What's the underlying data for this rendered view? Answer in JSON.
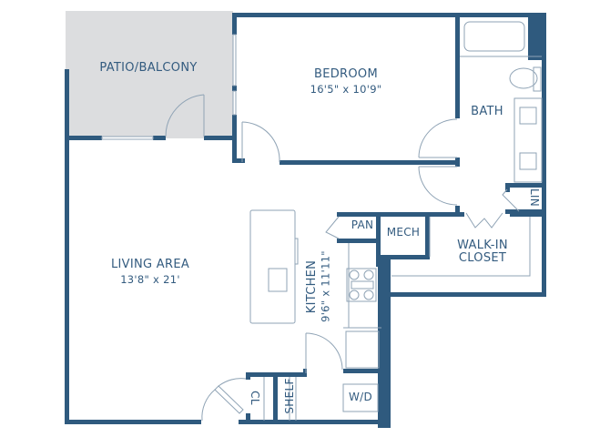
{
  "colors": {
    "wall": "#2f5a7e",
    "fixture_line": "#8fa3b5",
    "balcony_fill": "#dcdddf",
    "text": "#335b7f",
    "background": "#ffffff"
  },
  "rooms": {
    "patio": {
      "name": "PATIO/BALCONY"
    },
    "bedroom": {
      "name": "BEDROOM",
      "dimensions": "16'5\" x 10'9\""
    },
    "bath": {
      "name": "BATH"
    },
    "living": {
      "name": "LIVING AREA",
      "dimensions": "13'8\" x 21'"
    },
    "kitchen": {
      "name": "KITCHEN",
      "dimensions": "9'6\" x 11'11\""
    },
    "pantry": {
      "name": "PAN"
    },
    "mech": {
      "name": "MECH"
    },
    "closet": {
      "name": "WALK-IN",
      "name2": "CLOSET"
    },
    "linen": {
      "name": "LIN"
    },
    "coat_closet": {
      "name": "CL"
    },
    "shelf": {
      "name": "SHELF"
    },
    "laundry": {
      "name": "W/D"
    }
  }
}
